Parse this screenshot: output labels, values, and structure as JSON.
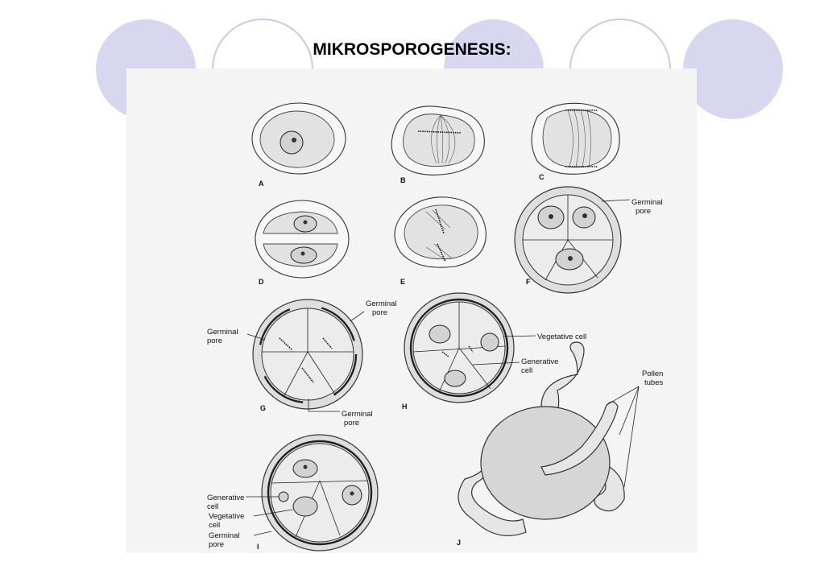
{
  "title": "MIKROSPOROGENESIS:",
  "colors": {
    "circle_fill": "#d7d7ef",
    "circle_stroke": "#c9c9e6"
  },
  "stages": {
    "a": "A",
    "b": "B",
    "c": "C",
    "d": "D",
    "e": "E",
    "f": "F",
    "g": "G",
    "h": "H",
    "i": "I",
    "j": "J"
  },
  "labels": {
    "f_germinal_pore_1": "Germinal",
    "f_germinal_pore_2": "pore",
    "g_top_pore_1": "Germinal",
    "g_top_pore_2": "pore",
    "g_left_pore_1": "Germinal",
    "g_left_pore_2": "pore",
    "g_bottom_pore_1": "Germinal",
    "g_bottom_pore_2": "pore",
    "h_vegetative": "Vegetative cell",
    "h_generative_1": "Generative",
    "h_generative_2": "cell",
    "i_generative_1": "Generative",
    "i_generative_2": "cell",
    "i_vegetative_1": "Vegetative",
    "i_vegetative_2": "cell",
    "i_pore_1": "Germinal",
    "i_pore_2": "pore",
    "j_pollen_1": "Pollen",
    "j_pollen_2": "tubes"
  }
}
